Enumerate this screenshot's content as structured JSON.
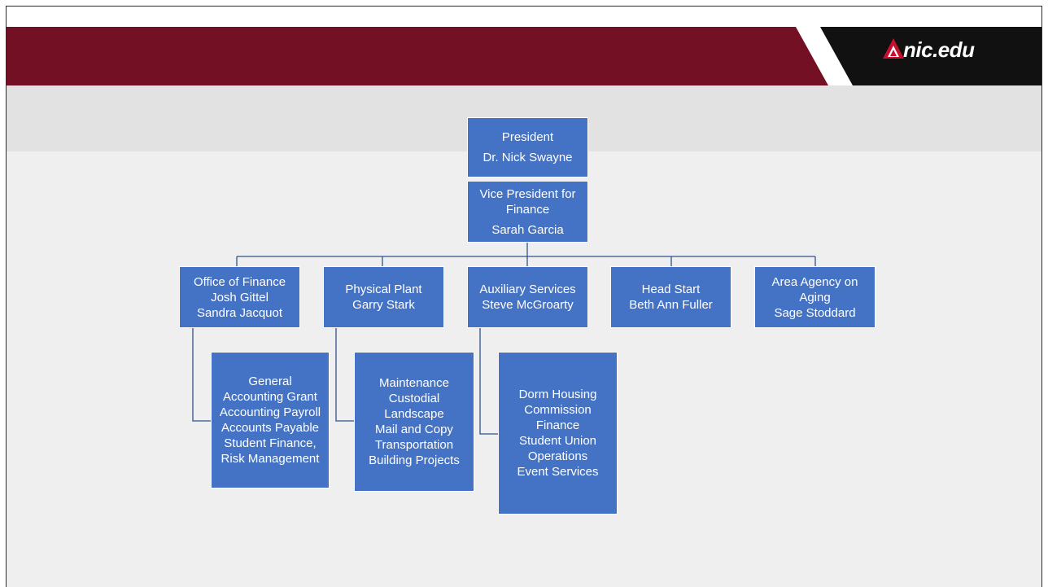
{
  "logo": {
    "text": "nic.edu",
    "mark_icon": "mountain-triangle-icon"
  },
  "colors": {
    "header": "#731023",
    "box": "#4472c4",
    "connector": "#2f528f"
  },
  "org_chart": {
    "president": {
      "title": "President",
      "name": "Dr. Nick Swayne"
    },
    "vp": {
      "title_line1": "Vice President for",
      "title_line2": "Finance",
      "name": "Sarah Garcia"
    },
    "departments": [
      {
        "title": "Office of Finance",
        "names": [
          "Josh Gittel",
          "Sandra Jacquot"
        ],
        "sub_units": [
          "General",
          "Accounting Grant",
          "Accounting Payroll",
          "Accounts Payable",
          "Student Finance,",
          "Risk Management"
        ]
      },
      {
        "title": "Physical Plant",
        "names": [
          "Garry Stark"
        ],
        "sub_units": [
          "Maintenance",
          "Custodial",
          "Landscape",
          "Mail and Copy",
          "Transportation",
          "Building Projects"
        ]
      },
      {
        "title": "Auxiliary Services",
        "names": [
          "Steve McGroarty"
        ],
        "sub_units": [
          "Dorm Housing",
          "Commission",
          "Finance",
          "Student Union",
          "Operations",
          "Event Services"
        ]
      },
      {
        "title": "Head Start",
        "names": [
          "Beth Ann Fuller"
        ]
      },
      {
        "title_lines": [
          "Area Agency on",
          "Aging"
        ],
        "names": [
          "Sage Stoddard"
        ]
      }
    ]
  }
}
